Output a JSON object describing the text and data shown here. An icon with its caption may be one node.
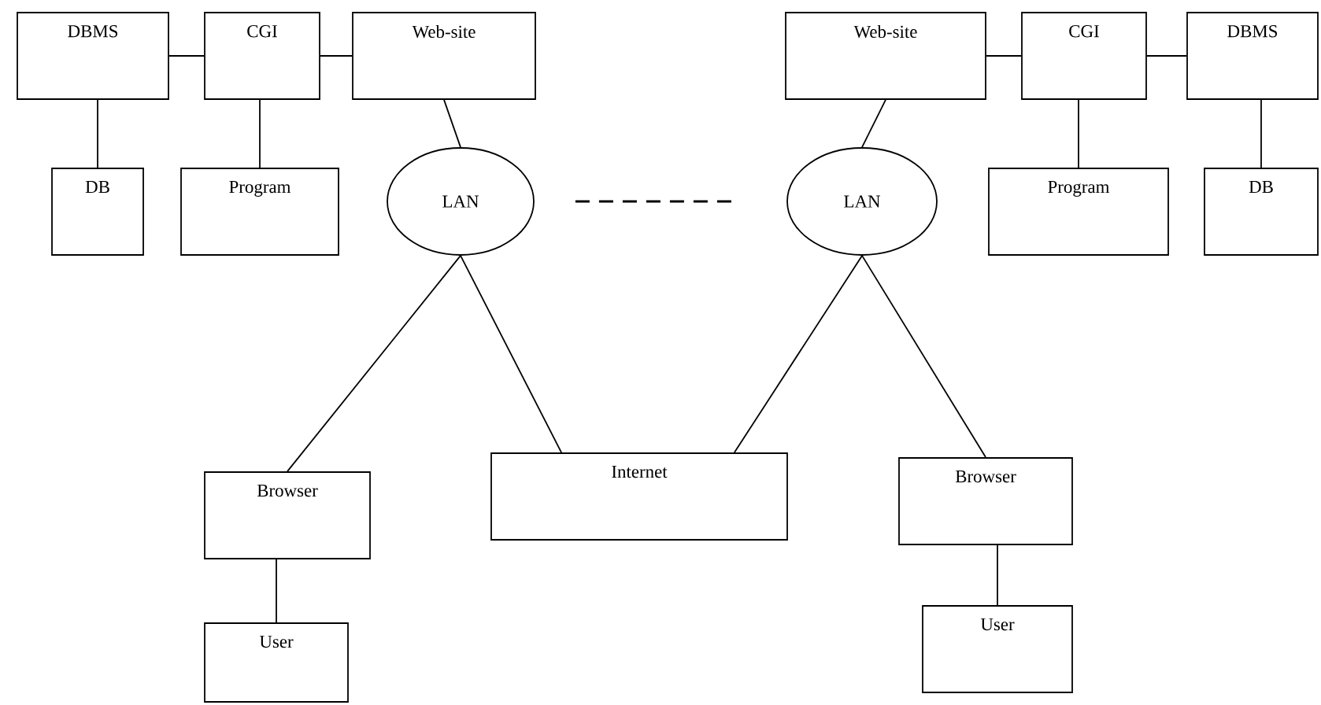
{
  "diagram": {
    "nodes": [
      {
        "text": [
          "DBMS"
        ]
      },
      {
        "text": [
          "CGI"
        ]
      },
      {
        "text": [
          "Web-site"
        ]
      },
      {
        "text": [
          "Web-site"
        ]
      },
      {
        "text": [
          "CGI"
        ]
      },
      {
        "text": [
          "DBMS"
        ]
      },
      {
        "text": [
          "DB"
        ]
      },
      {
        "text": [
          "Program"
        ]
      },
      {
        "text": [
          "LAN"
        ]
      },
      {
        "text": [
          "LAN"
        ]
      },
      {
        "text": [
          "Program"
        ]
      },
      {
        "text": [
          "DB"
        ]
      },
      {
        "text": [
          "Browser"
        ]
      },
      {
        "text": [
          "Internet"
        ]
      },
      {
        "text": [
          "Browser"
        ]
      },
      {
        "text": [
          "User"
        ]
      },
      {
        "text": [
          "User"
        ]
      }
    ],
    "edges": [
      {
        "from": 0,
        "to": 1,
        "arrow": "none"
      },
      {
        "from": 1,
        "to": 2,
        "arrow": "none"
      },
      {
        "from": 0,
        "to": 6,
        "arrow": "none"
      },
      {
        "from": 1,
        "to": 7,
        "arrow": "none"
      },
      {
        "from": 2,
        "to": 8,
        "arrow": "none"
      },
      {
        "from": 3,
        "to": 4,
        "arrow": "none"
      },
      {
        "from": 4,
        "to": 5,
        "arrow": "none"
      },
      {
        "from": 3,
        "to": 9,
        "arrow": "none"
      },
      {
        "from": 4,
        "to": 10,
        "arrow": "none"
      },
      {
        "from": 5,
        "to": 11,
        "arrow": "none"
      },
      {
        "from": 8,
        "to": 9,
        "arrow": "none",
        "style": "dashed"
      },
      {
        "from": 8,
        "to": 12,
        "arrow": "none"
      },
      {
        "from": 8,
        "to": 13,
        "arrow": "none"
      },
      {
        "from": 9,
        "to": 13,
        "arrow": "none"
      },
      {
        "from": 9,
        "to": 14,
        "arrow": "none"
      },
      {
        "from": 12,
        "to": 15,
        "arrow": "none"
      },
      {
        "from": 14,
        "to": 16,
        "arrow": "none"
      }
    ]
  }
}
